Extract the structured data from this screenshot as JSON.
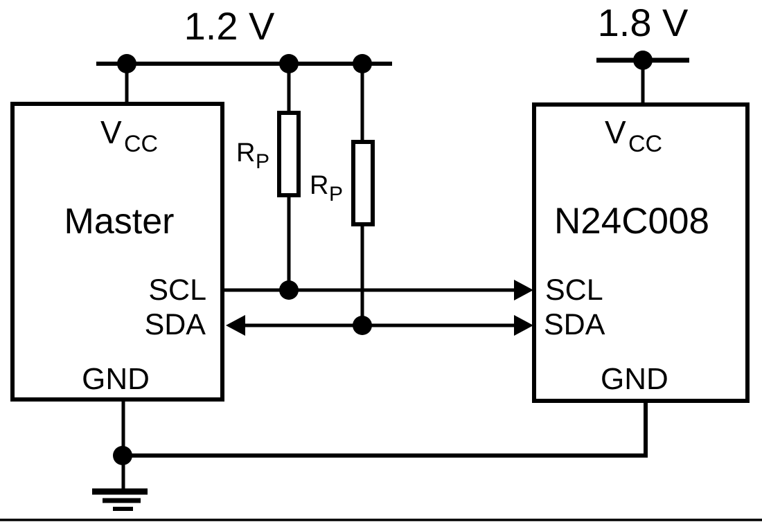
{
  "colors": {
    "ink": "#000000",
    "background": "#ffffff"
  },
  "supply_left": {
    "label": "1.2 V"
  },
  "supply_right": {
    "label": "1.8 V"
  },
  "master": {
    "name": "Master",
    "vcc_main": "V",
    "vcc_sub": "CC",
    "scl": "SCL",
    "sda": "SDA",
    "gnd": "GND"
  },
  "slave": {
    "name": "N24C008",
    "vcc_main": "V",
    "vcc_sub": "CC",
    "scl": "SCL",
    "sda": "SDA",
    "gnd": "GND"
  },
  "pullup_left": {
    "main": "R",
    "sub": "P"
  },
  "pullup_right": {
    "main": "R",
    "sub": "P"
  }
}
